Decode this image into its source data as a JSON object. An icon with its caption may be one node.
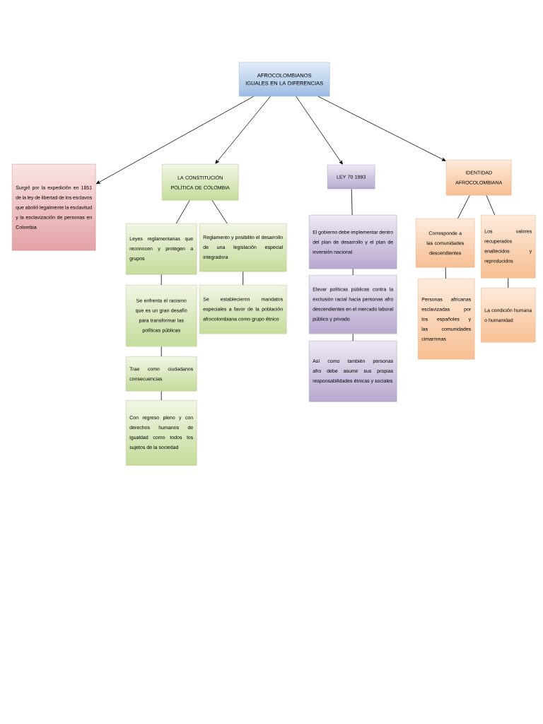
{
  "diagram": {
    "nodes": [
      {
        "text": [
          "AFROCOLOMBIANOS IGUALES EN LA DIFERENCIAS"
        ]
      },
      {
        "text": [
          "Surgió por la expedición en 1851 de la ley de libertad de los esclavos que abolió legalmente la esclavitud y la esclavización de personas en Colombia"
        ]
      },
      {
        "text": [
          "LA CONSTITUCIÓN POLÍTICA DE COLOMBIA"
        ]
      },
      {
        "text": [
          "LEY 70 1993"
        ]
      },
      {
        "text": [
          "IDENTIDAD AFROCOLOMBIANA"
        ]
      },
      {
        "text": [
          "Leyes reglamentarias que reconocen y protegen a grupos"
        ]
      },
      {
        "text": [
          "Reglamento y posibilito el desarrollo de una legislación especial integradora"
        ]
      },
      {
        "text": [
          "Se enfrenta el racismo que es un gran desafío para transformar las políticas públicas"
        ]
      },
      {
        "text": [
          "Se establecieron mandatos especiales a favor de la población afrocolombiana como grupo étnico"
        ]
      },
      {
        "text": [
          "Trae como ciudadanos consecuencias"
        ]
      },
      {
        "text": [
          "Con regreso pleno y con derechos humanos de igualdad como todos los sujetos de la sociedad"
        ]
      },
      {
        "text": [
          "El gobierno debe implementar dentro del plan de desarrollo y el plan de inversión nacional"
        ]
      },
      {
        "text": [
          "Elevar políticas públicas contra la exclusión racial hacia personas afro descendientes en el mercado laboral público y privado"
        ]
      },
      {
        "text": [
          "Así como también personas afro debe asumir sus propias responsabilidades étnicas y sociales"
        ]
      },
      {
        "text": [
          "Corresponde a las comunidades descendientes"
        ]
      },
      {
        "text": [
          "Los valores recuperados enaltecidos y reproducidos"
        ]
      },
      {
        "text": [
          "Personas africanas esclavizadas por los españoles y las comunidades cimarronas"
        ]
      },
      {
        "text": [
          "La condición humana o humanidad"
        ]
      }
    ],
    "edges": [
      {
        "from": 0,
        "to": 1,
        "arrow": "to"
      },
      {
        "from": 0,
        "to": 2,
        "arrow": "to"
      },
      {
        "from": 0,
        "to": 3,
        "arrow": "to"
      },
      {
        "from": 0,
        "to": 4,
        "arrow": "to"
      },
      {
        "from": 2,
        "to": 5,
        "arrow": "none"
      },
      {
        "from": 2,
        "to": 6,
        "arrow": "none"
      },
      {
        "from": 5,
        "to": 7,
        "arrow": "none"
      },
      {
        "from": 6,
        "to": 8,
        "arrow": "none"
      },
      {
        "from": 7,
        "to": 9,
        "arrow": "none"
      },
      {
        "from": 9,
        "to": 10,
        "arrow": "none"
      },
      {
        "from": 3,
        "to": 11,
        "arrow": "none"
      },
      {
        "from": 11,
        "to": 12,
        "arrow": "none"
      },
      {
        "from": 12,
        "to": 13,
        "arrow": "none"
      },
      {
        "from": 4,
        "to": 14,
        "arrow": "none"
      },
      {
        "from": 4,
        "to": 15,
        "arrow": "none"
      },
      {
        "from": 14,
        "to": 16,
        "arrow": "none"
      },
      {
        "from": 15,
        "to": 17,
        "arrow": "none"
      }
    ]
  }
}
